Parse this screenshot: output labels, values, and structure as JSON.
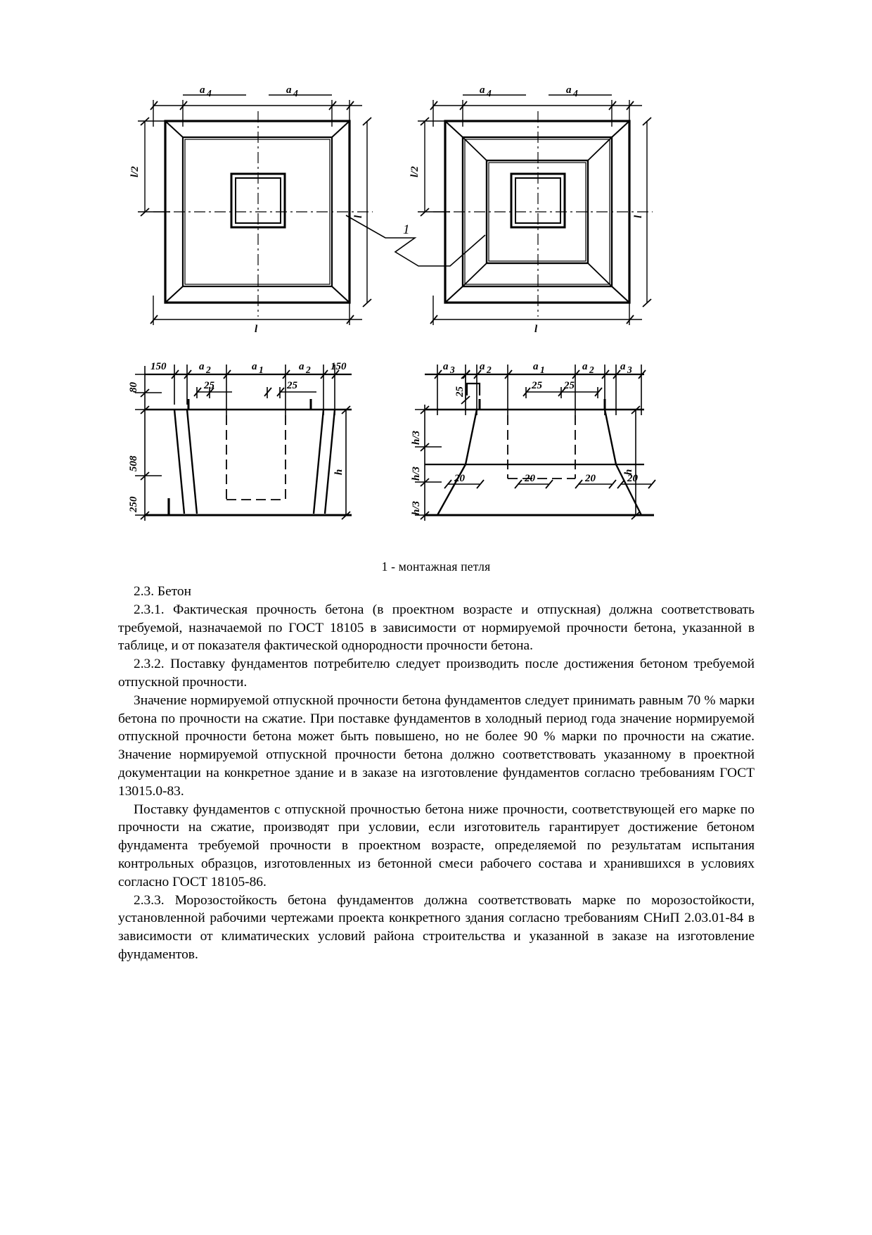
{
  "document": {
    "figure": {
      "caption": "1 - монтажная петля",
      "leader_label": "1",
      "plan_left": {
        "title": "plan-view-single-step",
        "dim_top_left": "a4",
        "dim_top_right": "a4",
        "dim_left_half": "l/2",
        "dim_right_full": "l",
        "dim_bottom": "l"
      },
      "plan_right": {
        "title": "plan-view-two-step",
        "dim_top_left": "a4",
        "dim_top_right": "a4",
        "dim_left_half": "l/2",
        "dim_right_full": "l",
        "dim_bottom": "l"
      },
      "section_left": {
        "title": "section-view-single-step",
        "dim_top": [
          "150",
          "a2",
          "a1",
          "a2",
          "150"
        ],
        "dim_inner": [
          "25",
          "25"
        ],
        "dim_left": [
          "80",
          "508",
          "250"
        ],
        "dim_right": "h"
      },
      "section_right": {
        "title": "section-view-two-step",
        "dim_top": [
          "a3",
          "a2",
          "a1",
          "a2",
          "a3"
        ],
        "dim_inner": [
          "25",
          "25"
        ],
        "dim_small_left": "25",
        "dim_left": [
          "h/3",
          "h/3",
          "h/3"
        ],
        "dim_mid": [
          "20",
          "20",
          "20",
          "20"
        ],
        "dim_right": "h"
      }
    },
    "sections": [
      {
        "id": "2.3",
        "heading": "2.3. Бетон"
      }
    ],
    "paragraphs": [
      {
        "id": "p-heading-2-3",
        "text": "2.3. Бетон"
      },
      {
        "id": "p-2-3-1",
        "text": "2.3.1. Фактическая прочность бетона (в проектном возрасте и отпускная) должна соответствовать требуемой, назначаемой по ГОСТ 18105 в зависимости от нормируемой прочности бетона, указанной в таблице, и от показателя фактической однородности прочности бетона."
      },
      {
        "id": "p-2-3-2",
        "text": "2.3.2. Поставку фундаментов потребителю следует производить после достижения бетоном требуемой отпускной прочности."
      },
      {
        "id": "p-release-strength",
        "text": "Значение нормируемой отпускной прочности бетона фундаментов следует принимать равным 70 % марки бетона по прочности на сжатие. При поставке фундаментов в холодный период года значение нормируемой отпускной прочности бетона может быть повышено, но не более 90 % марки по прочности на сжатие. Значение нормируемой отпускной прочности бетона должно соответствовать указанному в проектной документации на конкретное здание и в заказе на изготовление фундаментов согласно требованиям ГОСТ 13015.0-83."
      },
      {
        "id": "p-lower-strength",
        "text": "Поставку фундаментов с отпускной прочностью бетона ниже прочности, соответствующей его марке по прочности на сжатие, производят при условии, если изготовитель гарантирует достижение бетоном фундамента требуемой прочности в проектном возрасте, определяемой по результатам испытания контрольных образцов, изготовленных из бетонной смеси рабочего состава и хранившихся в условиях согласно ГОСТ 18105-86."
      },
      {
        "id": "p-2-3-3",
        "text": "2.3.3. Морозостойкость бетона фундаментов должна соответствовать марке по морозостойкости, установленной рабочими чертежами проекта конкретного здания согласно требованиям СНиП 2.03.01-84 в зависимости от климатических условий района строительства и указанной в заказе на изготовление фундаментов."
      }
    ]
  },
  "colors": {
    "ink": "#000000",
    "paper": "#ffffff"
  }
}
